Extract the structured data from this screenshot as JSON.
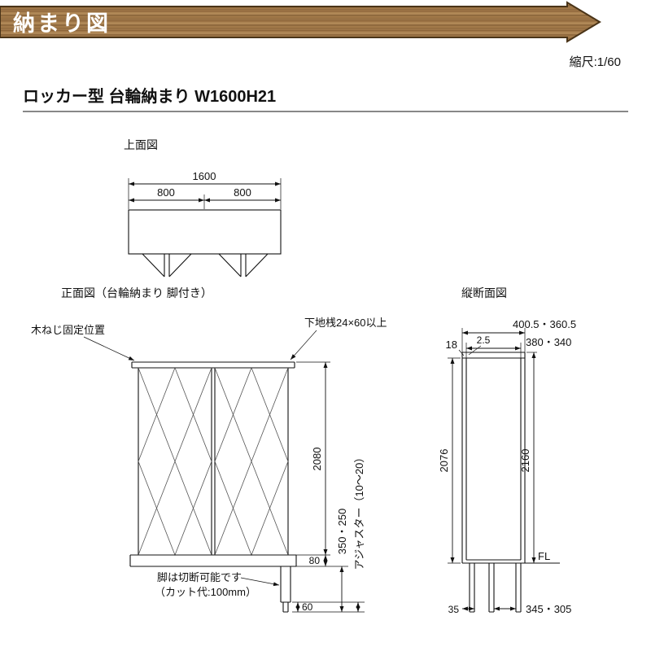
{
  "banner": {
    "title": "納まり図"
  },
  "scale_note": "縮尺:1/60",
  "drawing_title": "ロッカー型 台輪納まり W1600H21",
  "top_view": {
    "label": "上面図",
    "dim_total": "1600",
    "dim_left": "800",
    "dim_right": "800"
  },
  "front_view": {
    "label": "正面図（台輪納まり 脚付き）",
    "note_screw": "木ねじ固定位置",
    "note_rail": "下地桟24×60以上",
    "dim_height": "2080",
    "dim_base": "80",
    "dim_leg": "350・250",
    "note_adjuster": "アジャスター（10～20）",
    "note_leg_cut_1": "脚は切断可能です",
    "note_leg_cut_2": "（カット代:100mm）",
    "dim_foot": "60"
  },
  "section_view": {
    "label": "縦断面図",
    "dim_depth_total": "400.5・360.5",
    "dim_top_thickness": "18",
    "dim_back_thickness": "2.5",
    "dim_depth_inner": "380・340",
    "dim_height_inner": "2076",
    "dim_height_total": "2160",
    "floor_label": "FL",
    "dim_leg_offset": "35",
    "dim_leg_pitch": "345・305"
  },
  "colors": {
    "banner_wood": "#a57c4c",
    "banner_wood_dark": "#7b5731",
    "banner_border": "#4a3418",
    "line": "#111111",
    "background": "#ffffff"
  }
}
